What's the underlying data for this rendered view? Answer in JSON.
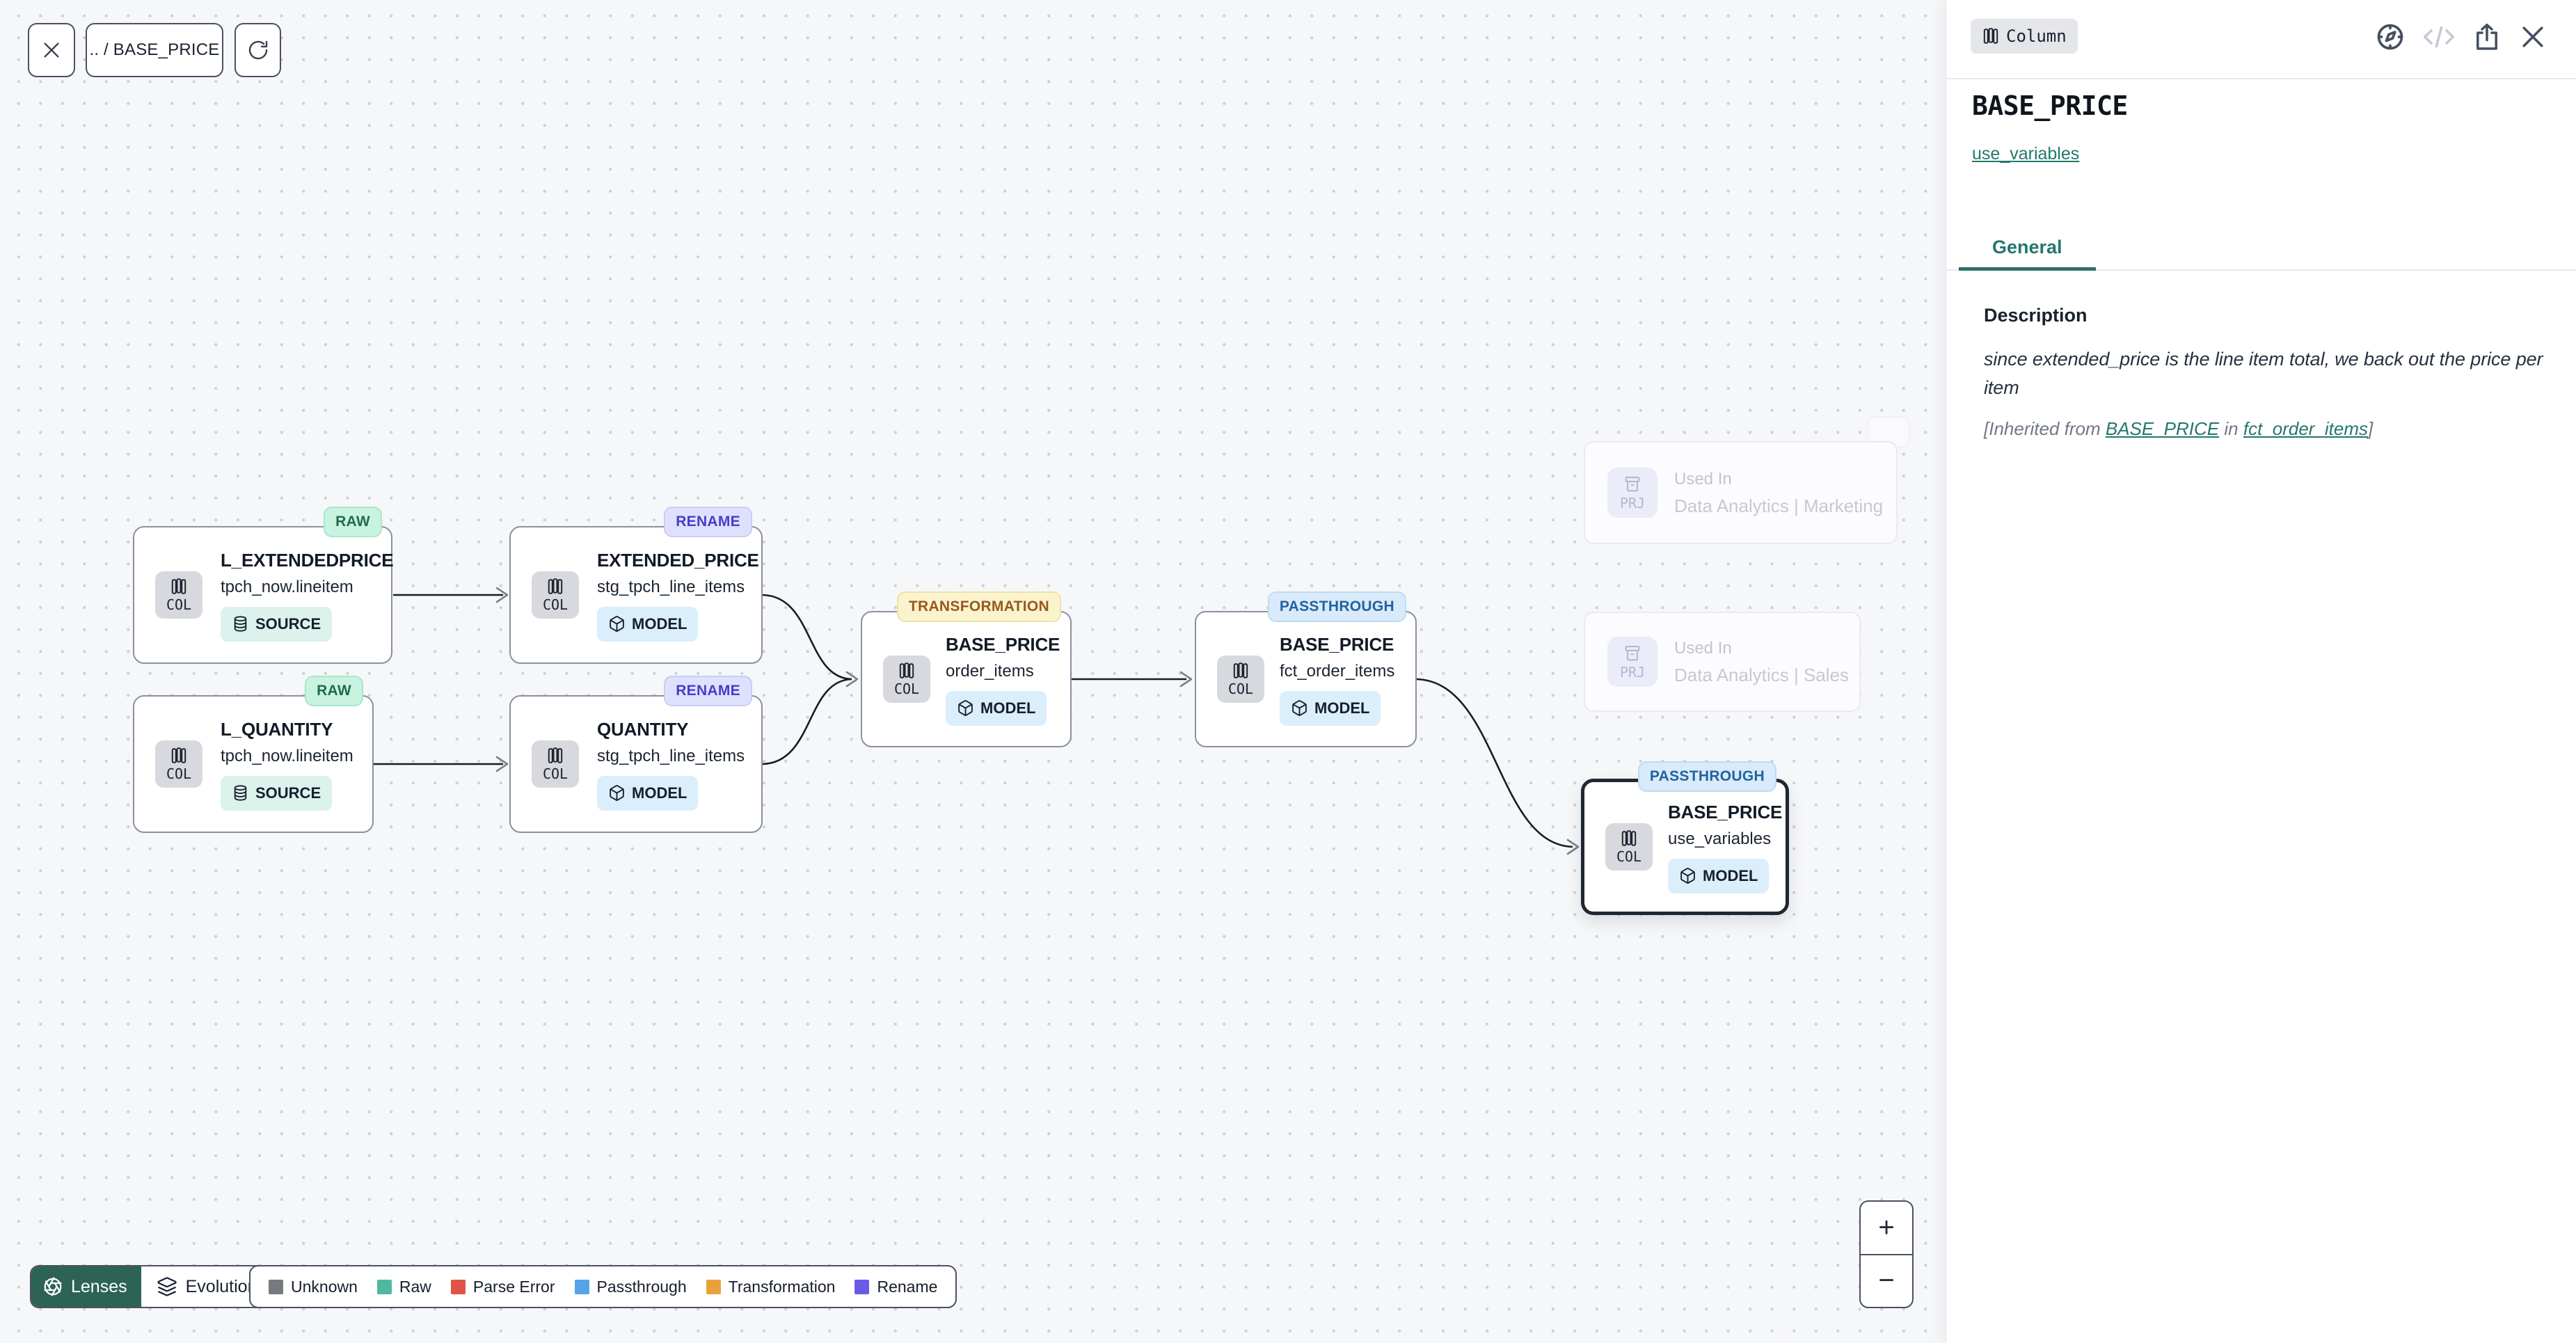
{
  "colors": {
    "accent_teal": "#23776B",
    "lenses_bg": "#2D6355",
    "edge": "#181C24",
    "node_border": "#8A919E",
    "selected_border": "#1F2733",
    "badge_raw_bg": "#C9F3E1",
    "badge_rename_bg": "#DFE1FC",
    "badge_transformation_bg": "#FBF3CD",
    "badge_passthrough_bg": "#D9EAFA"
  },
  "toolbar": {
    "breadcrumb": ".. / BASE_PRICE"
  },
  "nodes": [
    {
      "badge": "RAW",
      "chip": "COL",
      "title": "L_EXTENDEDPRICE",
      "subtitle": "tpch_now.lineitem",
      "kind": "SOURCE"
    },
    {
      "badge": "RENAME",
      "chip": "COL",
      "title": "EXTENDED_PRICE",
      "subtitle": "stg_tpch_line_items",
      "kind": "MODEL"
    },
    {
      "badge": "RAW",
      "chip": "COL",
      "title": "L_QUANTITY",
      "subtitle": "tpch_now.lineitem",
      "kind": "SOURCE"
    },
    {
      "badge": "RENAME",
      "chip": "COL",
      "title": "QUANTITY",
      "subtitle": "stg_tpch_line_items",
      "kind": "MODEL"
    },
    {
      "badge": "TRANSFORMATION",
      "chip": "COL",
      "title": "BASE_PRICE",
      "subtitle": "order_items",
      "kind": "MODEL"
    },
    {
      "badge": "PASSTHROUGH",
      "chip": "COL",
      "title": "BASE_PRICE",
      "subtitle": "fct_order_items",
      "kind": "MODEL"
    },
    {
      "badge": "PASSTHROUGH",
      "chip": "COL",
      "title": "BASE_PRICE",
      "subtitle": "use_variables",
      "kind": "MODEL"
    }
  ],
  "used_in": [
    {
      "chip": "PRJ",
      "label": "Used In",
      "name": "Data Analytics | Marketing"
    },
    {
      "chip": "PRJ",
      "label": "Used In",
      "name": "Data Analytics | Sales"
    }
  ],
  "lenses": {
    "button_label": "Lenses",
    "selected_lens": "Evolution"
  },
  "legend": [
    {
      "label": "Unknown",
      "color": "#757A80"
    },
    {
      "label": "Raw",
      "color": "#4FB8A2"
    },
    {
      "label": "Parse Error",
      "color": "#DF5447"
    },
    {
      "label": "Passthrough",
      "color": "#54A4E6"
    },
    {
      "label": "Transformation",
      "color": "#E9A23B"
    },
    {
      "label": "Rename",
      "color": "#6B5AE8"
    }
  ],
  "zoom_controls": {
    "zoom_in": "+",
    "zoom_out": "−"
  },
  "panel": {
    "type_badge": "Column",
    "title": "BASE_PRICE",
    "model_link": "use_variables",
    "tabs": [
      {
        "label": "General"
      }
    ],
    "description_label": "Description",
    "description": "since extended_price is the line item total, we back out the price per item",
    "inherited_prefix": "[Inherited from ",
    "inherited_link_column": "BASE_PRICE",
    "inherited_mid": " in ",
    "inherited_link_model": "fct_order_items",
    "inherited_suffix": "]"
  }
}
